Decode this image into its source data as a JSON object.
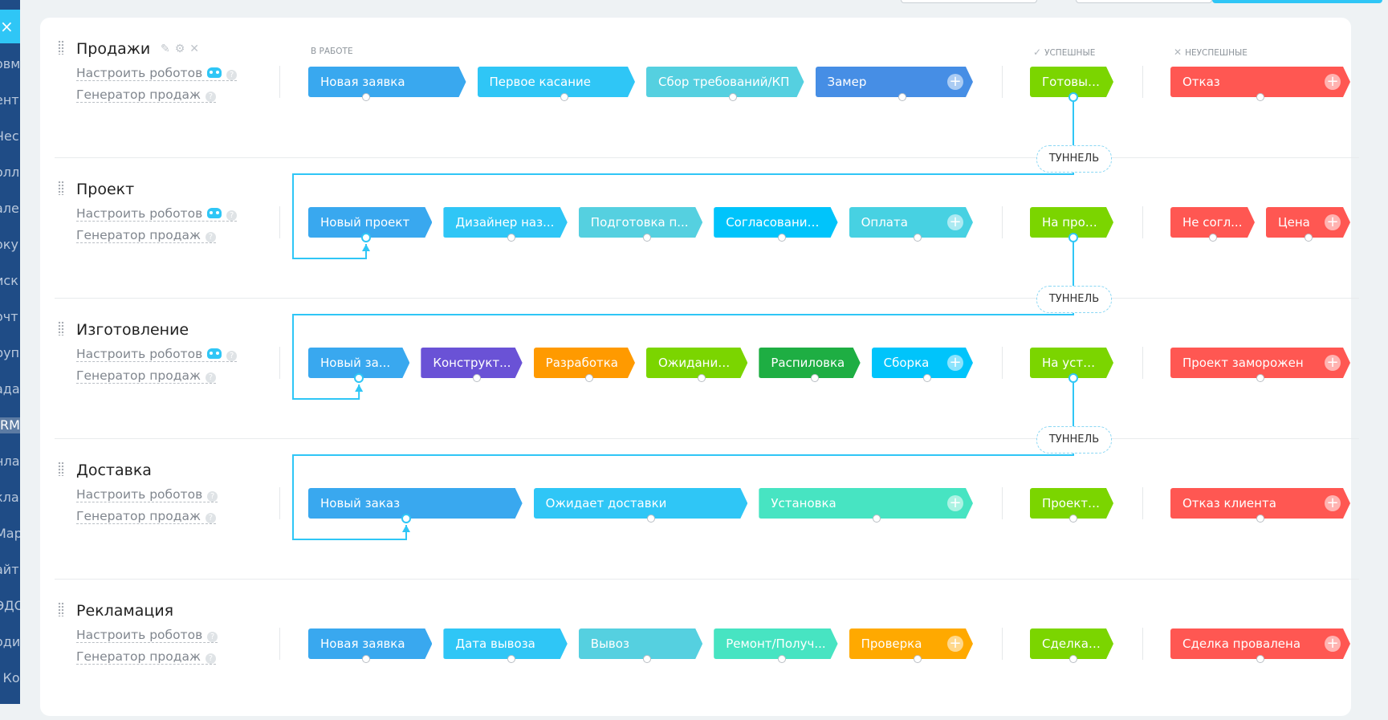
{
  "sidebar": {
    "close_label": "×",
    "items": [
      "овм",
      "ент",
      "Чес",
      "олл",
      "але",
      "оку",
      "иск",
      "очт",
      "руп",
      "ада",
      "RM",
      "нла",
      "кла",
      "Мар",
      "айт",
      "ЭДО",
      "оди",
      "l Ко"
    ]
  },
  "columns": {
    "in_work": "В РАБОТЕ",
    "success": "УСПЕШНЫЕ",
    "fail": "НЕУСПЕШНЫЕ"
  },
  "tunnel_label": "ТУННЕЛЬ",
  "colors": {
    "accent": "#2fc6f6",
    "success": "#7bd500",
    "fail": "#ff5752"
  },
  "rows": [
    {
      "title": "Продажи",
      "robots_label": "Настроить роботов",
      "generator_label": "Генератор продаж",
      "stages": [
        {
          "label": "Новая заявка",
          "color": "#39a8ef"
        },
        {
          "label": "Первое касание",
          "color": "#2fc6f6"
        },
        {
          "label": "Сбор требований/КП",
          "color": "#55d0e0"
        },
        {
          "label": "Замер",
          "color": "#468ee5"
        }
      ],
      "success": [
        {
          "label": "Готовы с...",
          "color": "#7bd500"
        }
      ],
      "fail": [
        {
          "label": "Отказ",
          "color": "#ff5752"
        }
      ]
    },
    {
      "title": "Проект",
      "robots_label": "Настроить роботов",
      "generator_label": "Генератор продаж",
      "stages": [
        {
          "label": "Новый проект",
          "color": "#39a8ef"
        },
        {
          "label": "Дизайнер наз...",
          "color": "#2fc6f6"
        },
        {
          "label": "Подготовка п...",
          "color": "#55d0e0"
        },
        {
          "label": "Согласование ...",
          "color": "#00c4fb"
        },
        {
          "label": "Оплата",
          "color": "#47d1e2"
        }
      ],
      "success": [
        {
          "label": "На прои...",
          "color": "#7bd500"
        }
      ],
      "fail": [
        {
          "label": "Не согл...",
          "color": "#ff5752"
        },
        {
          "label": "Цена",
          "color": "#ff5752"
        }
      ]
    },
    {
      "title": "Изготовление",
      "robots_label": "Настроить роботов",
      "generator_label": "Генератор продаж",
      "stages": [
        {
          "label": "Новый за...",
          "color": "#39a8ef"
        },
        {
          "label": "Конструкт...",
          "color": "#6a52d6"
        },
        {
          "label": "Разработка",
          "color": "#ff9a00"
        },
        {
          "label": "Ожидание...",
          "color": "#7bd500"
        },
        {
          "label": "Распиловка",
          "color": "#1eae43"
        },
        {
          "label": "Сборка",
          "color": "#00c4fb"
        }
      ],
      "success": [
        {
          "label": "На устан...",
          "color": "#7bd500"
        }
      ],
      "fail": [
        {
          "label": "Проект заморожен",
          "color": "#ff5752"
        }
      ]
    },
    {
      "title": "Доставка",
      "robots_label": "Настроить роботов",
      "generator_label": "Генератор продаж",
      "stages": [
        {
          "label": "Новый заказ",
          "color": "#39a8ef"
        },
        {
          "label": "Ожидает доставки",
          "color": "#2fc6f6"
        },
        {
          "label": "Установка",
          "color": "#47e4c2"
        }
      ],
      "success": [
        {
          "label": "Проект ...",
          "color": "#7bd500"
        }
      ],
      "fail": [
        {
          "label": "Отказ клиента",
          "color": "#ff5752"
        }
      ]
    },
    {
      "title": "Рекламация",
      "robots_label": "Настроить роботов",
      "generator_label": "Генератор продаж",
      "stages": [
        {
          "label": "Новая заявка",
          "color": "#39a8ef"
        },
        {
          "label": "Дата вывоза",
          "color": "#2fc6f6"
        },
        {
          "label": "Вывоз",
          "color": "#55d0e0"
        },
        {
          "label": "Ремонт/Получ...",
          "color": "#47e4c2"
        },
        {
          "label": "Проверка",
          "color": "#ffa900"
        }
      ],
      "success": [
        {
          "label": "Сделка ...",
          "color": "#7bd500"
        }
      ],
      "fail": [
        {
          "label": "Сделка провалена",
          "color": "#ff5752"
        }
      ]
    }
  ]
}
